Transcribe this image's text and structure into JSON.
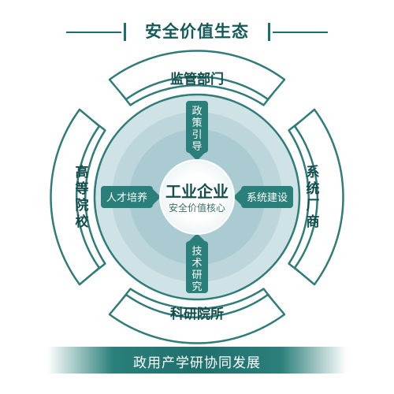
{
  "title": "安全价值生态",
  "outer_ring": {
    "top": "监管部门",
    "right": "系统厂商",
    "bottom": "科研院所",
    "left": "高等院校"
  },
  "inner_tabs": {
    "top": "政策引导",
    "right": "系统建设",
    "bottom": "技术研究",
    "left": "人才培养"
  },
  "center": {
    "title": "工业企业",
    "subtitle": "安全价值核心"
  },
  "footer": "政用产学研协同发展",
  "colors": {
    "primary": "#1b6f6c",
    "dark_text": "#134e4c",
    "ring_stroke": "#2f7c78",
    "band_light": "#d7e7ea",
    "band_mid": "#bcd6db"
  }
}
